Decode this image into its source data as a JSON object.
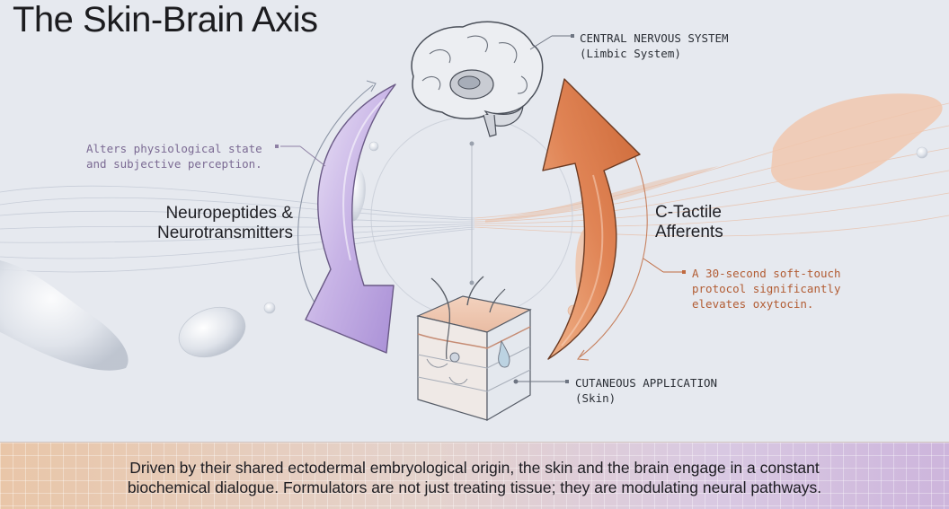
{
  "title": "The Skin-Brain Axis",
  "labels": {
    "cns_line1": "CENTRAL NERVOUS SYSTEM",
    "cns_line2": "(Limbic System)",
    "alters_line1": "Alters physiological state",
    "alters_line2": "and subjective perception.",
    "neuro_line1": "Neuropeptides &",
    "neuro_line2": "Neurotransmitters",
    "ctactile_line1": "C-Tactile",
    "ctactile_line2": "Afferents",
    "protocol_line1": "A 30-second soft-touch",
    "protocol_line2": "protocol significantly",
    "protocol_line3": "elevates oxytocin.",
    "skin_line1": "CUTANEOUS APPLICATION",
    "skin_line2": "(Skin)"
  },
  "footer": {
    "line1": "Driven by their shared ectodermal embryological origin, the skin and the brain engage in a constant",
    "line2": "biochemical dialogue. Formulators are not just treating tissue; they are modulating neural pathways."
  },
  "colors": {
    "purple_arrow": "#b7a0d9",
    "orange_arrow": "#d9794a",
    "purple_text": "#7b6a93",
    "orange_text": "#b25c33",
    "dark_text": "#1c1c1f"
  },
  "icons": [
    "brain-icon",
    "skin-cross-section-icon",
    "down-arrow-icon",
    "up-arrow-icon"
  ]
}
